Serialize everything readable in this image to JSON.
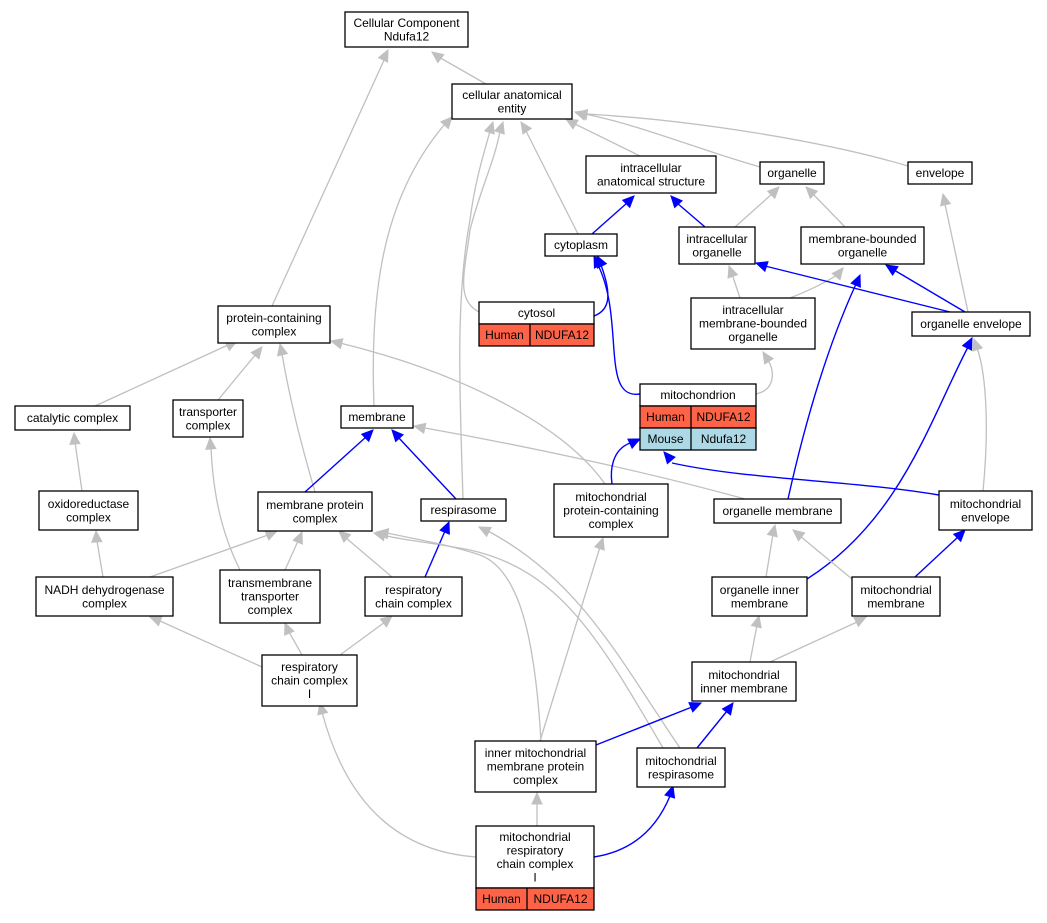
{
  "colors": {
    "human": "#ff6347",
    "mouse": "#add8e6",
    "edge_is_a": "#c0c0c0",
    "edge_part_of": "#0000ff"
  },
  "nodes": {
    "root": [
      "Cellular Component",
      "Ndufa12"
    ],
    "cae": [
      "cellular anatomical",
      "entity"
    ],
    "ias": [
      "intracellular",
      "anatomical structure"
    ],
    "organelle": [
      "organelle"
    ],
    "envelope": [
      "envelope"
    ],
    "cytoplasm": [
      "cytoplasm"
    ],
    "intracellular_organelle": [
      "intracellular",
      "organelle"
    ],
    "mbo": [
      "membrane-bounded",
      "organelle"
    ],
    "imbo": [
      "intracellular",
      "membrane-bounded",
      "organelle"
    ],
    "organelle_envelope": [
      "organelle envelope"
    ],
    "cytosol": [
      "cytosol"
    ],
    "pcc": [
      "protein-containing",
      "complex"
    ],
    "mitochondrion": [
      "mitochondrion"
    ],
    "catalytic": [
      "catalytic complex"
    ],
    "transporter": [
      "transporter",
      "complex"
    ],
    "membrane": [
      "membrane"
    ],
    "oxidoreductase": [
      "oxidoreductase",
      "complex"
    ],
    "mpc": [
      "membrane protein",
      "complex"
    ],
    "respirasome": [
      "respirasome"
    ],
    "mpcc": [
      "mitochondrial",
      "protein-containing",
      "complex"
    ],
    "organelle_membrane": [
      "organelle membrane"
    ],
    "mito_envelope": [
      "mitochondrial",
      "envelope"
    ],
    "nadh": [
      "NADH dehydrogenase",
      "complex"
    ],
    "tmtc": [
      "transmembrane",
      "transporter",
      "complex"
    ],
    "rcc": [
      "respiratory",
      "chain complex"
    ],
    "oim": [
      "organelle inner",
      "membrane"
    ],
    "mito_membrane": [
      "mitochondrial",
      "membrane"
    ],
    "rcc1": [
      "respiratory",
      "chain complex",
      "I"
    ],
    "mim": [
      "mitochondrial",
      "inner membrane"
    ],
    "imm_pc": [
      "inner mitochondrial",
      "membrane protein",
      "complex"
    ],
    "mito_respirasome": [
      "mitochondrial",
      "respirasome"
    ],
    "mrcc1": [
      "mitochondrial",
      "respiratory",
      "chain complex",
      "I"
    ]
  },
  "annotations": {
    "cytosol": [
      [
        "Human",
        "NDUFA12"
      ]
    ],
    "mitochondrion": [
      [
        "Human",
        "NDUFA12"
      ],
      [
        "Mouse",
        "Ndufa12"
      ]
    ],
    "mrcc1": [
      [
        "Human",
        "NDUFA12"
      ]
    ]
  }
}
